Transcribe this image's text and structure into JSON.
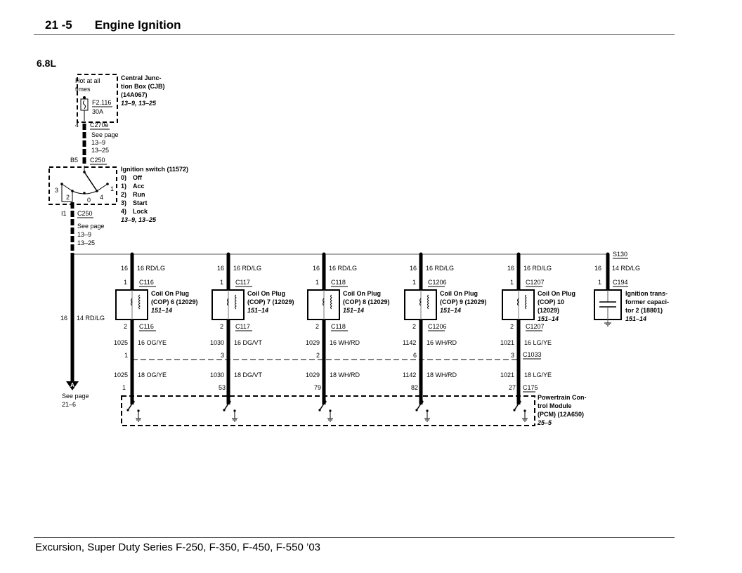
{
  "header": {
    "page_number": "21 -5",
    "title": "Engine Ignition"
  },
  "section_label": "6.8L",
  "footer": {
    "text": "Excursion, Super Duty Series F-250, F-350, F-450, F-550 ’03"
  },
  "cjb": {
    "note": [
      "Hot at all",
      "times"
    ],
    "name": [
      "Central Junc-",
      "tion Box (CJB)",
      "(14A067)"
    ],
    "ref": "13–9, 13–25",
    "fuse_id": "F2.116",
    "fuse_rating": "30A",
    "pin": "4",
    "connector": "C270e",
    "see_page": [
      "See page",
      "13–9",
      "13–25"
    ]
  },
  "ignition_switch": {
    "top_pin": "B5",
    "top_connector": "C250",
    "title": "Ignition switch (11572)",
    "positions": [
      {
        "num": "0)",
        "label": "Off"
      },
      {
        "num": "1)",
        "label": "Acc"
      },
      {
        "num": "2)",
        "label": "Run"
      },
      {
        "num": "3)",
        "label": "Start"
      },
      {
        "num": "4)",
        "label": "Lock"
      }
    ],
    "ref": "13–9, 13–25",
    "contact_labels": [
      "3",
      "2",
      "0",
      "4",
      "1"
    ],
    "bottom_pin": "I1",
    "bottom_connector": "C250",
    "see_page": [
      "See page",
      "13–9",
      "13–25"
    ]
  },
  "feed": {
    "circuit": "16",
    "wire": "14 RD/LG",
    "offpage_label": "A",
    "see_page": [
      "See page",
      "21–6"
    ]
  },
  "splice": "S130",
  "coils": [
    {
      "circuit_top": "16",
      "wire_top": "16 RD/LG",
      "pin_top": "1",
      "conn": "C116",
      "name": [
        "Coil On Plug",
        "(COP) 6 (12029)"
      ],
      "ref": "151–14",
      "pin_bottom": "2",
      "circuit_mid": "1025",
      "wire_mid": "16 OG/YE",
      "c1033_pin": "1",
      "circuit_low": "1025",
      "wire_low": "18 OG/YE",
      "pcm_pin": "1"
    },
    {
      "circuit_top": "16",
      "wire_top": "16 RD/LG",
      "pin_top": "1",
      "conn": "C117",
      "name": [
        "Coil On Plug",
        "(COP) 7 (12029)"
      ],
      "ref": "151–14",
      "pin_bottom": "2",
      "circuit_mid": "1030",
      "wire_mid": "16 DG/VT",
      "c1033_pin": "3",
      "circuit_low": "1030",
      "wire_low": "18 DG/VT",
      "pcm_pin": "53"
    },
    {
      "circuit_top": "16",
      "wire_top": "16 RD/LG",
      "pin_top": "1",
      "conn": "C118",
      "name": [
        "Coil On Plug",
        "(COP) 8 (12029)"
      ],
      "ref": "151–14",
      "pin_bottom": "2",
      "circuit_mid": "1029",
      "wire_mid": "16 WH/RD",
      "c1033_pin": "2",
      "circuit_low": "1029",
      "wire_low": "18 WH/RD",
      "pcm_pin": "79"
    },
    {
      "circuit_top": "16",
      "wire_top": "16 RD/LG",
      "pin_top": "1",
      "conn": "C1206",
      "name": [
        "Coil On Plug",
        "(COP) 9 (12029)"
      ],
      "ref": "151–14",
      "pin_bottom": "2",
      "circuit_mid": "1142",
      "wire_mid": "16 WH/RD",
      "c1033_pin": "6",
      "circuit_low": "1142",
      "wire_low": "18 WH/RD",
      "pcm_pin": "82"
    },
    {
      "circuit_top": "16",
      "wire_top": "16 RD/LG",
      "pin_top": "1",
      "conn": "C1207",
      "name": [
        "Coil On Plug",
        "(COP) 10",
        "(12029)"
      ],
      "ref": "151–14",
      "pin_bottom": "2",
      "circuit_mid": "1021",
      "wire_mid": "16 LG/YE",
      "c1033_pin": "3",
      "circuit_low": "1021",
      "wire_low": "18 LG/YE",
      "pcm_pin": "27"
    }
  ],
  "capacitor": {
    "circuit": "16",
    "wire": "14 RD/LG",
    "pin": "1",
    "conn": "C194",
    "name": [
      "Ignition trans-",
      "former capaci-",
      "tor 2 (18801)"
    ],
    "ref": "151–14"
  },
  "c1033_label": "C1033",
  "c175_label": "C175",
  "pcm": {
    "name": [
      "Powertrain Con-",
      "trol Module",
      "(PCM) (12A650)"
    ],
    "ref": "25–5"
  }
}
